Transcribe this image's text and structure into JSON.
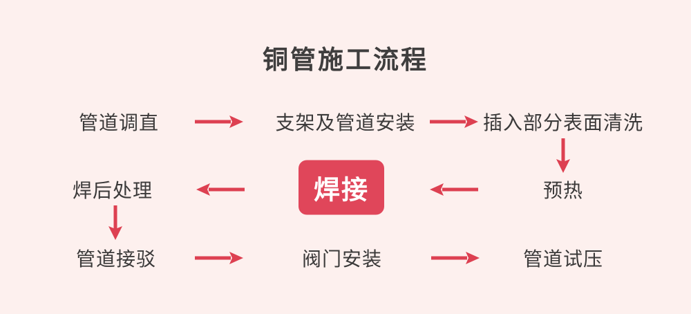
{
  "title": "铜管施工流程",
  "colors": {
    "bg": "#fdf0ee",
    "text": "#3b3a3a",
    "accent": "#e0465a",
    "arrow": "#dd4051",
    "box_text": "#ffffff"
  },
  "nodes": [
    {
      "id": "pipe-straightening",
      "label": "管道调直",
      "type": "plain"
    },
    {
      "id": "bracket-and-pipe-install",
      "label": "支架及管道安装",
      "type": "plain"
    },
    {
      "id": "insert-surface-cleaning",
      "label": "插入部分表面清洗",
      "type": "plain"
    },
    {
      "id": "preheat",
      "label": "预热",
      "type": "plain"
    },
    {
      "id": "welding",
      "label": "焊接",
      "type": "highlight-box"
    },
    {
      "id": "post-weld-treatment",
      "label": "焊后处理",
      "type": "plain"
    },
    {
      "id": "pipe-connection",
      "label": "管道接驳",
      "type": "plain"
    },
    {
      "id": "valve-install",
      "label": "阀门安装",
      "type": "plain"
    },
    {
      "id": "pipe-pressure-test",
      "label": "管道试压",
      "type": "plain"
    }
  ],
  "edges": [
    {
      "from": "pipe-straightening",
      "to": "bracket-and-pipe-install",
      "direction": "right"
    },
    {
      "from": "bracket-and-pipe-install",
      "to": "insert-surface-cleaning",
      "direction": "right"
    },
    {
      "from": "insert-surface-cleaning",
      "to": "preheat",
      "direction": "down"
    },
    {
      "from": "preheat",
      "to": "welding",
      "direction": "left"
    },
    {
      "from": "welding",
      "to": "post-weld-treatment",
      "direction": "left"
    },
    {
      "from": "post-weld-treatment",
      "to": "pipe-connection",
      "direction": "down"
    },
    {
      "from": "pipe-connection",
      "to": "valve-install",
      "direction": "right"
    },
    {
      "from": "valve-install",
      "to": "pipe-pressure-test",
      "direction": "right"
    }
  ]
}
